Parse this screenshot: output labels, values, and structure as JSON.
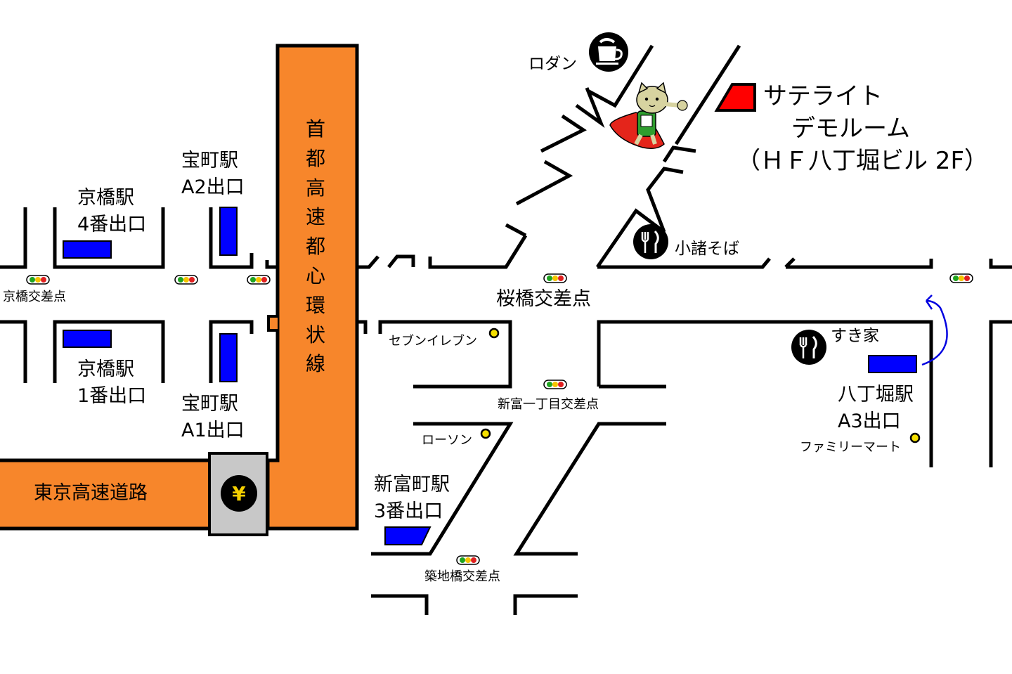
{
  "destination": {
    "name_line1": "サテライト",
    "name_line2": "デモルーム",
    "building": "（ＨＦ八丁堀ビル 2F）",
    "marker_color": "#ff0000"
  },
  "expressways": {
    "loop": "首都高速都心環状線",
    "tokyo": "東京高速道路",
    "color": "#f7862b",
    "toll_symbol": "¥"
  },
  "stations": {
    "kyobashi_4": {
      "line1": "京橋駅",
      "line2": "4番出口"
    },
    "kyobashi_1": {
      "line1": "京橋駅",
      "line2": "1番出口"
    },
    "takaracho_a2": {
      "line1": "宝町駅",
      "line2": "A2出口"
    },
    "takaracho_a1": {
      "line1": "宝町駅",
      "line2": "A1出口"
    },
    "shintomicho_3": {
      "line1": "新富町駅",
      "line2": "3番出口"
    },
    "hatchobori_a3": {
      "line1": "八丁堀駅",
      "line2": "A3出口"
    },
    "exit_color": "#0000ff"
  },
  "intersections": {
    "kyobashi": "京橋交差点",
    "sakurabashi": "桜橋交差点",
    "shintomi_1": "新富一丁目交差点",
    "tsukijibashi": "築地橋交差点"
  },
  "shops": {
    "rodan": "ロダン",
    "komoro_soba": "小諸そば",
    "sukiya": "すき家",
    "seven_eleven": "セブンイレブン",
    "lawson": "ローソン",
    "familymart": "ファミリーマート"
  },
  "icons": {
    "cafe": "coffee-cup-icon",
    "restaurant": "fork-knife-icon",
    "convenience": "yellow-dot-icon",
    "signal": "traffic-light-icon",
    "mascot": "caped-cat-mascot-icon",
    "route": "curved-arrow-icon"
  }
}
